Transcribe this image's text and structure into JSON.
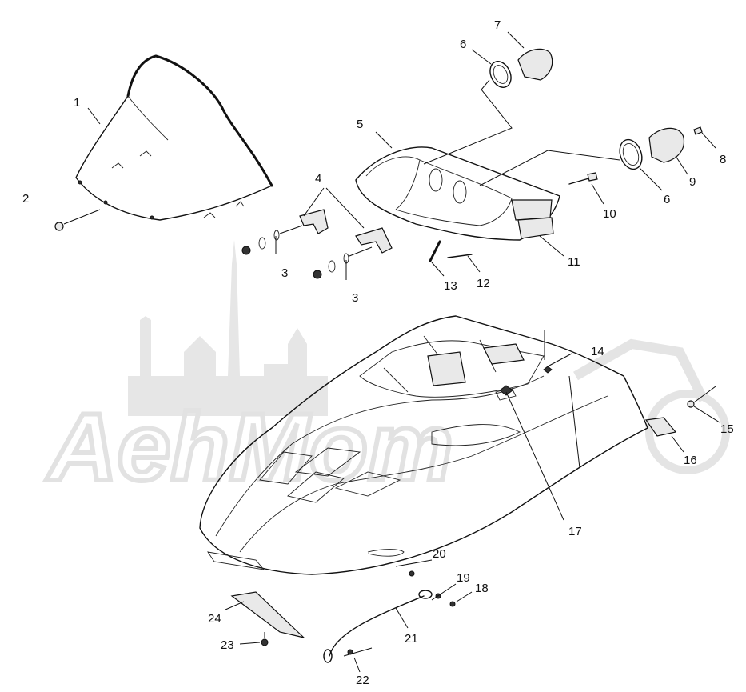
{
  "watermark": {
    "text": "AehMom"
  },
  "callouts": [
    {
      "id": "1",
      "label": "1"
    },
    {
      "id": "2",
      "label": "2"
    },
    {
      "id": "3a",
      "label": "3"
    },
    {
      "id": "3b",
      "label": "3"
    },
    {
      "id": "4",
      "label": "4"
    },
    {
      "id": "5",
      "label": "5"
    },
    {
      "id": "6a",
      "label": "6"
    },
    {
      "id": "6b",
      "label": "6"
    },
    {
      "id": "7",
      "label": "7"
    },
    {
      "id": "8",
      "label": "8"
    },
    {
      "id": "9",
      "label": "9"
    },
    {
      "id": "10",
      "label": "10"
    },
    {
      "id": "11",
      "label": "11"
    },
    {
      "id": "12",
      "label": "12"
    },
    {
      "id": "13",
      "label": "13"
    },
    {
      "id": "14",
      "label": "14"
    },
    {
      "id": "15",
      "label": "15"
    },
    {
      "id": "16",
      "label": "16"
    },
    {
      "id": "17",
      "label": "17"
    },
    {
      "id": "18",
      "label": "18"
    },
    {
      "id": "19",
      "label": "19"
    },
    {
      "id": "20",
      "label": "20"
    },
    {
      "id": "21",
      "label": "21"
    },
    {
      "id": "22",
      "label": "22"
    },
    {
      "id": "23",
      "label": "23"
    },
    {
      "id": "24",
      "label": "24"
    }
  ]
}
